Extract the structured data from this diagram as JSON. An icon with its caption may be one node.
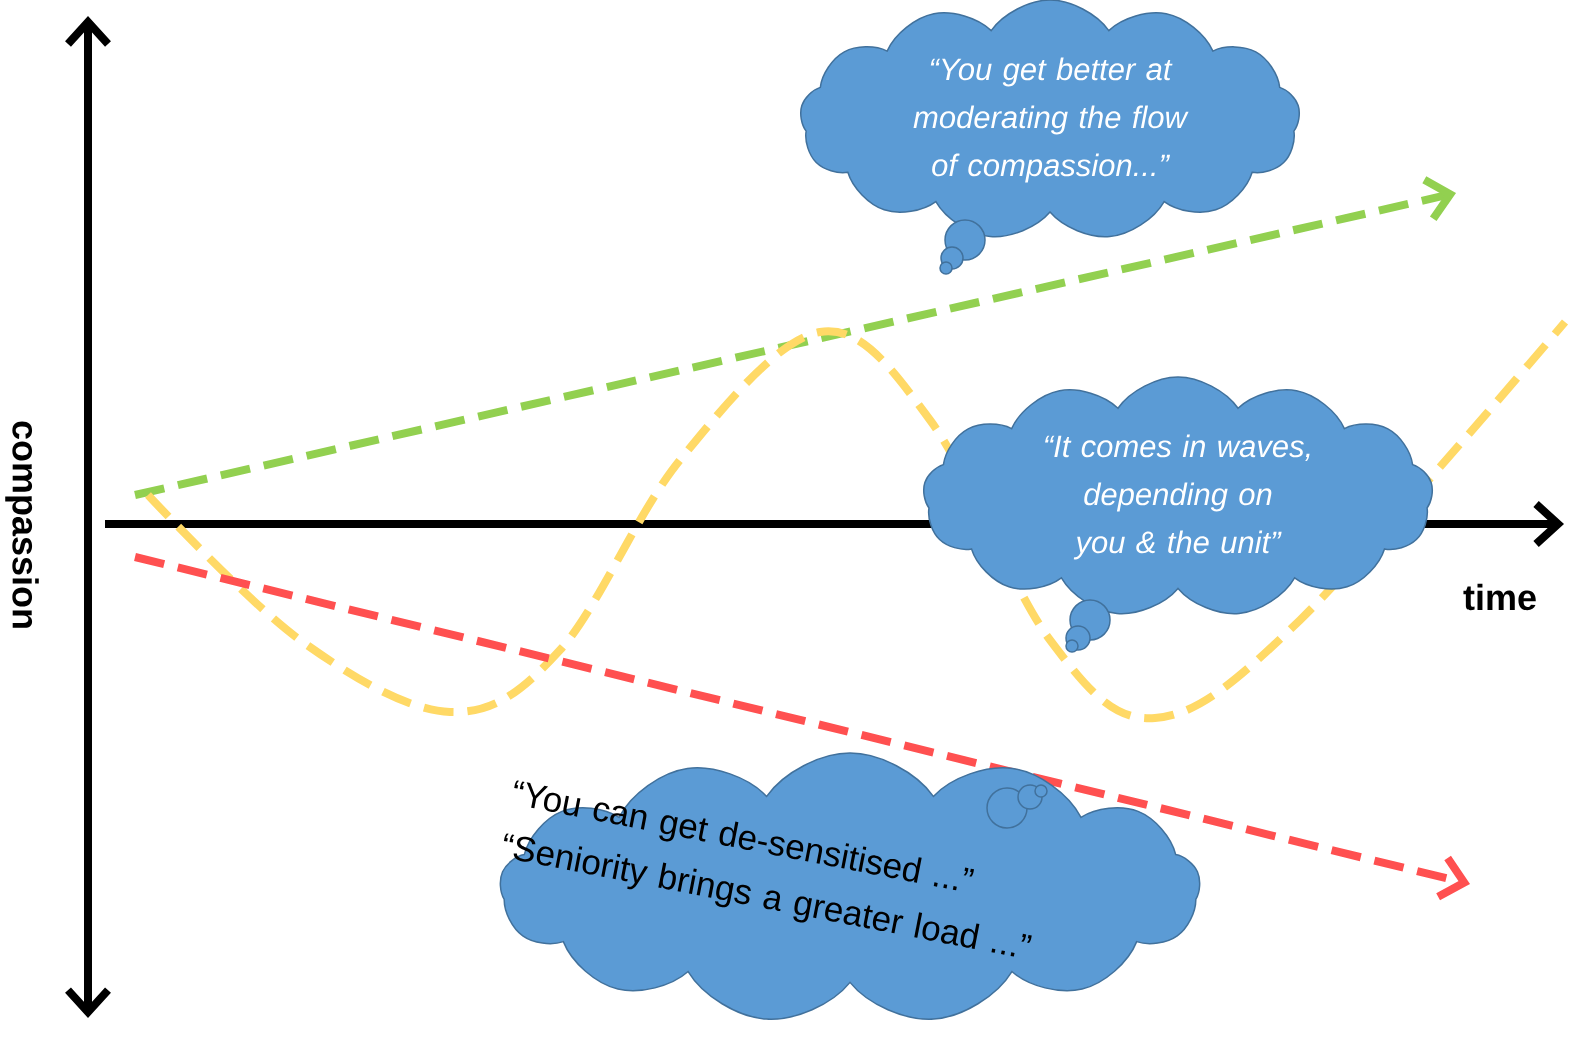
{
  "diagram": {
    "nodes": [
      {
        "text": [
          "“You get better at moderating the flow of compassion...”"
        ]
      },
      {
        "text": [
          "“It comes in waves, depending on you & the unit”"
        ]
      },
      {
        "text": [
          "“You can get de-sensitised ...”",
          "“Seniority brings a greater load ...”"
        ]
      }
    ],
    "labels": [
      "compassion",
      "time"
    ]
  }
}
